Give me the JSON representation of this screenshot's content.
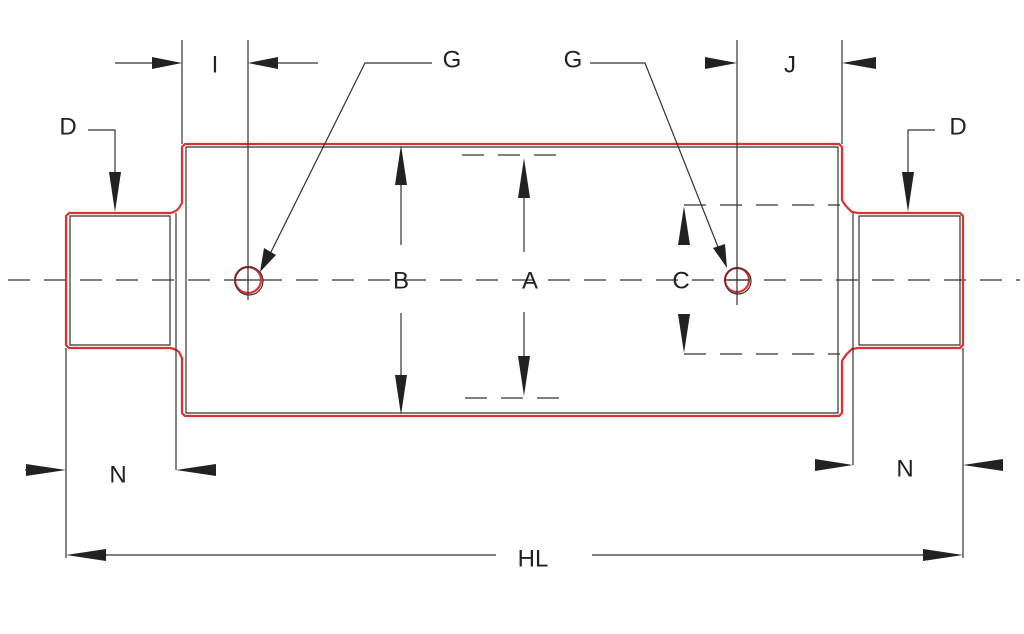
{
  "diagram": {
    "title": "Roller shaft dimension drawing",
    "labels": {
      "I": "I",
      "J": "J",
      "G_left": "G",
      "G_right": "G",
      "D_left": "D",
      "D_right": "D",
      "A": "A",
      "B": "B",
      "C": "C",
      "N_left": "N",
      "N_right": "N",
      "HL": "HL"
    },
    "colors": {
      "outline": "#e03030",
      "lines": "#333333"
    }
  }
}
